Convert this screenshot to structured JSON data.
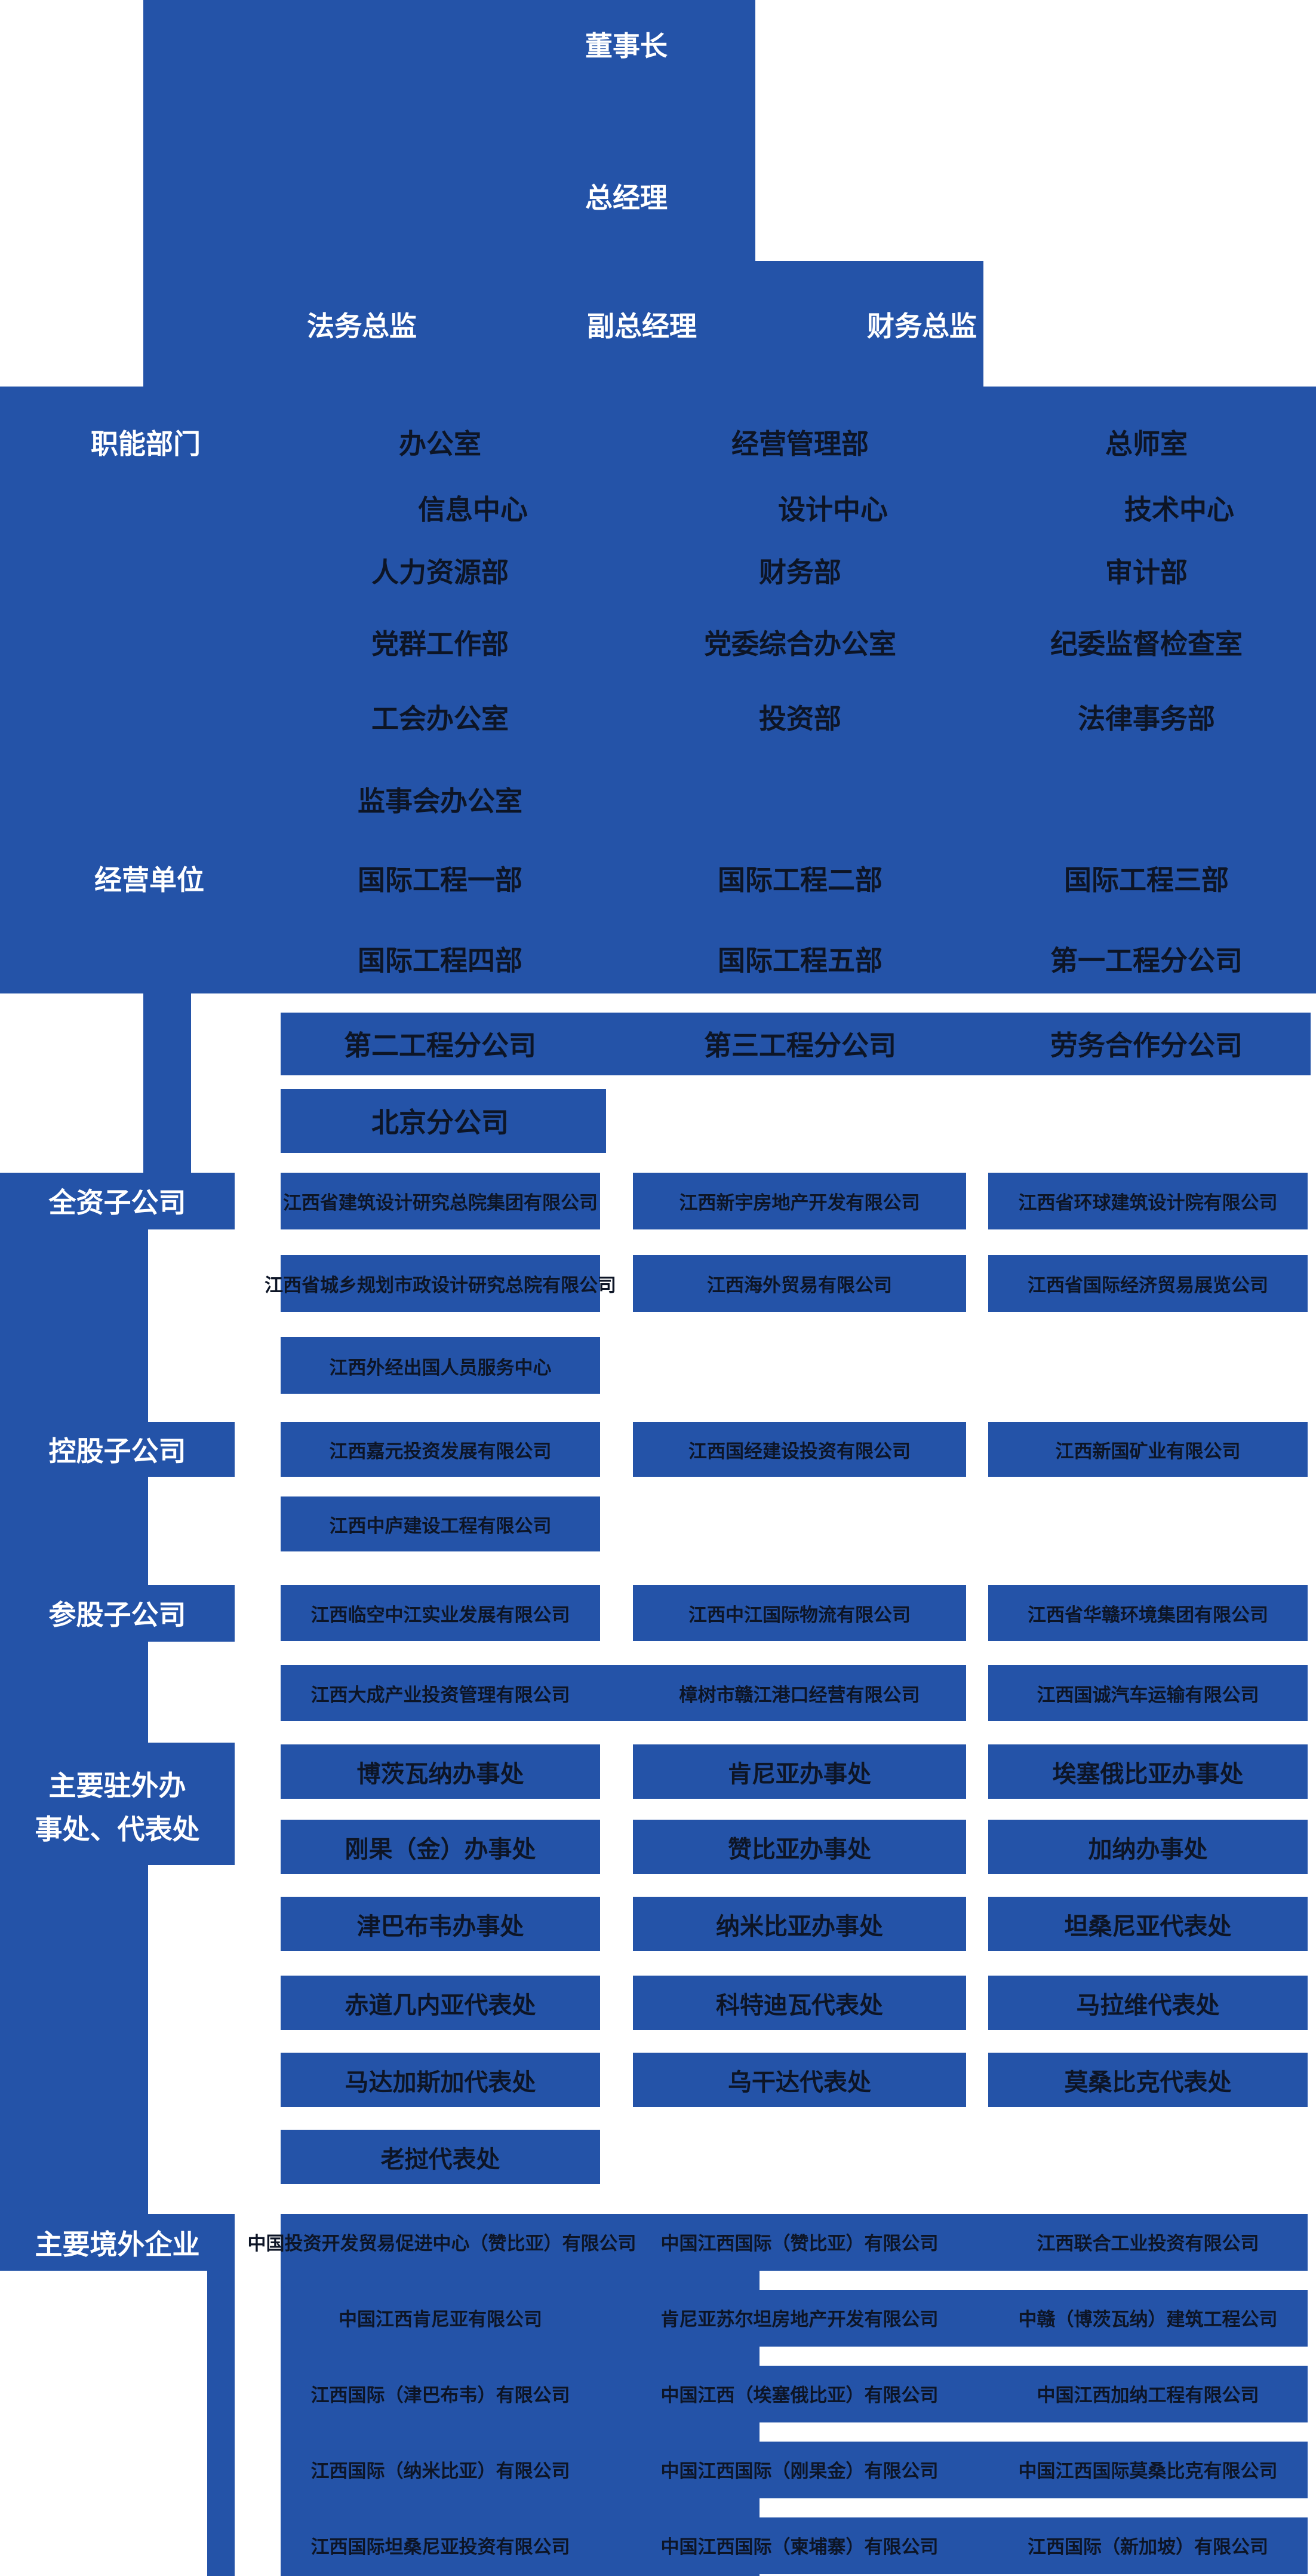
{
  "colors": {
    "primary_blue": "#2453A8",
    "node_text_dark": "#0D1526",
    "label_text_white": "#FFFFFF",
    "background": "#FFFFFF"
  },
  "org": {
    "top": {
      "chairman": "董事长",
      "general_manager": "总经理",
      "legal_director": "法务总监",
      "deputy_general_manager": "副总经理",
      "finance_director": "财务总监"
    },
    "functional": {
      "label": "职能部门",
      "left": [
        "办公室",
        "信息中心",
        "人力资源部",
        "党群工作部",
        "工会办公室",
        "监事会办公室"
      ],
      "middle": [
        "经营管理部",
        "设计中心",
        "财务部",
        "党委综合办公室",
        "投资部"
      ],
      "right": [
        "总师室",
        "技术中心",
        "审计部",
        "纪委监督检查室",
        "法律事务部"
      ]
    },
    "business": {
      "label": "经营单位",
      "left": [
        "国际工程一部",
        "国际工程四部",
        "第二工程分公司",
        "北京分公司"
      ],
      "middle": [
        "国际工程二部",
        "国际工程五部",
        "第三工程分公司"
      ],
      "right": [
        "国际工程三部",
        "第一工程分公司",
        "劳务合作分公司"
      ]
    },
    "wholly_owned": {
      "label": "全资子公司",
      "left": [
        "江西省建筑设计研究总院集团有限公司",
        "江西省城乡规划市政设计研究总院有限公司",
        "江西外经出国人员服务中心"
      ],
      "middle": [
        "江西新宇房地产开发有限公司",
        "江西海外贸易有限公司"
      ],
      "right": [
        "江西省环球建筑设计院有限公司",
        "江西省国际经济贸易展览公司"
      ]
    },
    "holding": {
      "label": "控股子公司",
      "left": [
        "江西嘉元投资发展有限公司",
        "江西中庐建设工程有限公司"
      ],
      "middle": [
        "江西国经建设投资有限公司"
      ],
      "right": [
        "江西新国矿业有限公司"
      ]
    },
    "minority": {
      "label": "参股子公司",
      "left": [
        "江西临空中江实业发展有限公司",
        "江西大成产业投资管理有限公司"
      ],
      "middle": [
        "江西中江国际物流有限公司",
        "樟树市赣江港口经营有限公司"
      ],
      "right": [
        "江西省华赣环境集团有限公司",
        "江西国诚汽车运输有限公司"
      ]
    },
    "offices": {
      "label_line1": "主要驻外办",
      "label_line2": "事处、代表处",
      "left": [
        "博茨瓦纳办事处",
        "刚果（金）办事处",
        "津巴布韦办事处",
        "赤道几内亚代表处",
        "马达加斯加代表处",
        "老挝代表处"
      ],
      "middle": [
        "肯尼亚办事处",
        "赞比亚办事处",
        "纳米比亚办事处",
        "科特迪瓦代表处",
        "乌干达代表处"
      ],
      "right": [
        "埃塞俄比亚办事处",
        "加纳办事处",
        "坦桑尼亚代表处",
        "马拉维代表处",
        "莫桑比克代表处"
      ]
    },
    "overseas": {
      "label": "主要境外企业",
      "left": [
        "中国投资开发贸易促进中心（赞比亚）有限公司",
        "中国江西肯尼亚有限公司",
        "江西国际（津巴布韦）有限公司",
        "江西国际（纳米比亚）有限公司",
        "江西国际坦桑尼亚投资有限公司"
      ],
      "middle": [
        "中国江西国际（赞比亚）有限公司",
        "肯尼亚苏尔坦房地产开发有限公司",
        "中国江西（埃塞俄比亚）有限公司",
        "中国江西国际（刚果金）有限公司",
        "中国江西国际（柬埔寨）有限公司"
      ],
      "right": [
        "江西联合工业投资有限公司",
        "中赣（博茨瓦纳）建筑工程公司",
        "中国江西加纳工程有限公司",
        "中国江西国际莫桑比克有限公司",
        "江西国际（新加坡）有限公司"
      ]
    }
  }
}
